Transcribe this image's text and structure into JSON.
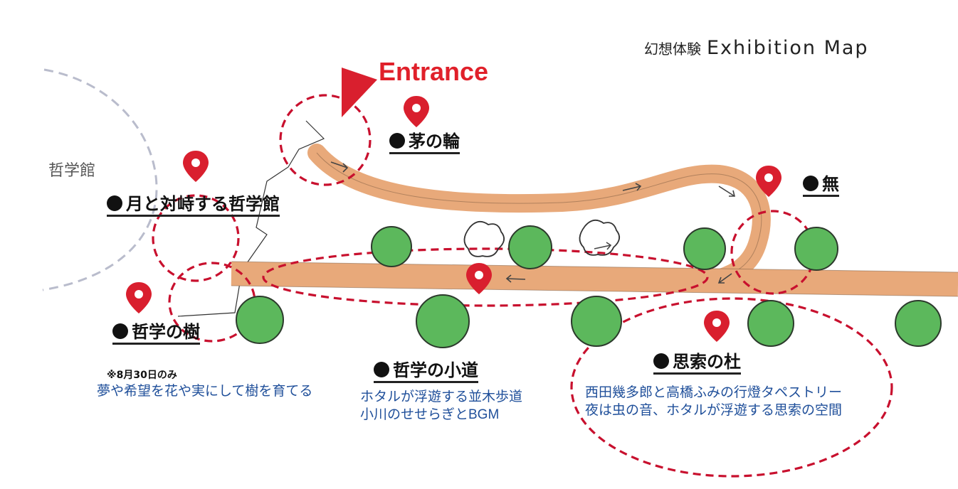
{
  "title": {
    "jp": "幻想体験",
    "en": "Exhibition Map"
  },
  "entrance_label": "Entrance",
  "building_label": "哲学館",
  "spots": {
    "chinowa": "茅の輪",
    "mu": "無",
    "moon": "月と対峙する哲学館",
    "tree": "哲学の樹",
    "path": "哲学の小道",
    "forest": "思索の杜"
  },
  "notes": {
    "tree_date": "※8月30日のみ",
    "tree_desc": "夢や希望を花や実にして樹を育てる",
    "path_desc_1": "ホタルが浮遊する並木歩道",
    "path_desc_2": "小川のせせらぎとBGM",
    "forest_desc_1": "西田幾多郎と高橋ふみの行燈タペストリー",
    "forest_desc_2": "夜は虫の音、ホタルが浮遊する思索の空間"
  },
  "colors": {
    "path_fill": "#e8a97a",
    "pin_red": "#d91f2e",
    "zone_dash": "#c8102e",
    "tree_green": "#5cb85c",
    "text_blue": "#1f4f9a",
    "building_arc": "#b9bccc"
  },
  "icons": [
    "map-pin-icon",
    "entrance-flag-icon",
    "tree-icon",
    "bush-outline-icon",
    "direction-arrow-icon"
  ]
}
